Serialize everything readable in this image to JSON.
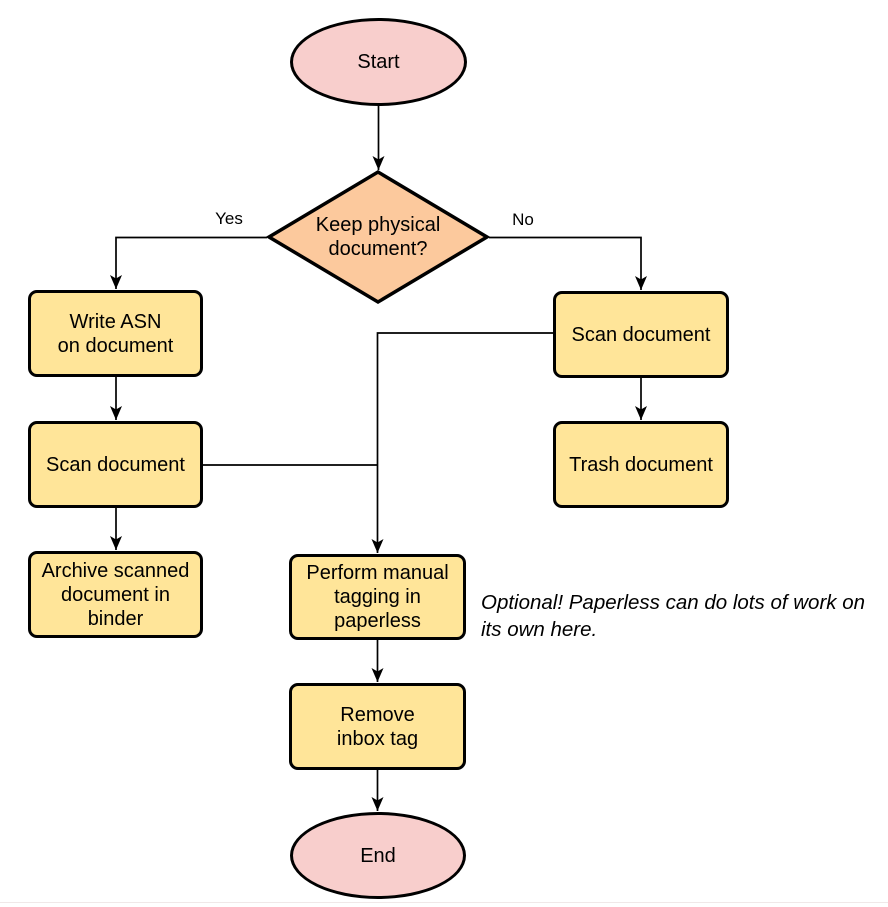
{
  "colors": {
    "terminal_fill": "#F8CECC",
    "decision_fill": "#FCC99D",
    "process_fill": "#FFE599",
    "stroke": "#000000"
  },
  "nodes": {
    "start": {
      "label": "Start"
    },
    "decision": {
      "label": "Keep physical\ndocument?"
    },
    "write_asn": {
      "label": "Write ASN\non document"
    },
    "scan_left": {
      "label": "Scan document"
    },
    "archive": {
      "label": "Archive scanned\ndocument in\nbinder"
    },
    "scan_right": {
      "label": "Scan document"
    },
    "trash": {
      "label": "Trash document"
    },
    "tagging": {
      "label": "Perform manual\ntagging in\npaperless"
    },
    "remove_inbox": {
      "label": "Remove\ninbox tag"
    },
    "end": {
      "label": "End"
    }
  },
  "edge_labels": {
    "yes": "Yes",
    "no": "No"
  },
  "note": {
    "text": "Optional! Paperless can do lots of work on\nits own here."
  }
}
